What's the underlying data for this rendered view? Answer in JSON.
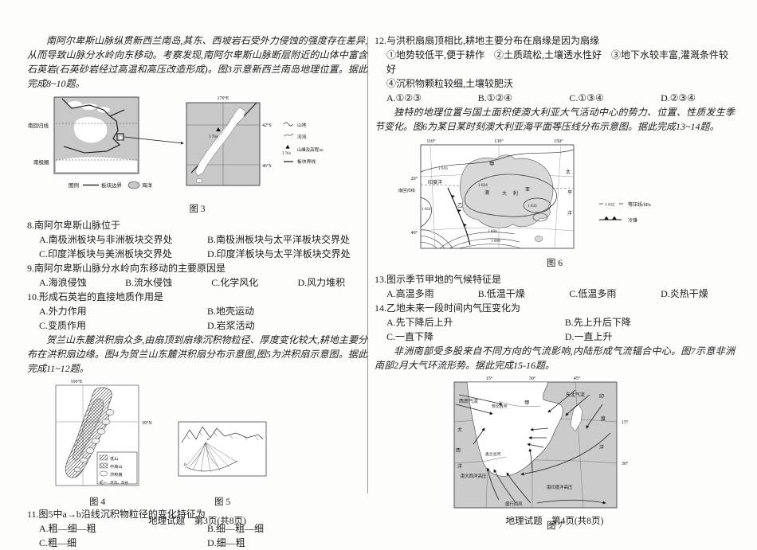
{
  "page3": {
    "intro_alps": "南阿尔卑斯山脉纵贯新西兰南岛,其东、西坡岩石受外力侵蚀的强度存在差异,从而导致山脉分水岭向东移动。考察发现,南阿尔卑斯山脉断层附近的山体中富含石英岩(石英砂岩经过高温和高压改造形成)。图3示意新西兰南岛地理位置。据此完成8~10题。",
    "fig3": {
      "caption": "图 3",
      "tropic": "南回归线",
      "antarctic": "南极圈",
      "legend_title": "图例",
      "legend_boundary": "板块边界",
      "legend_ocean": "海洋",
      "lon": "170°E",
      "lat_n": "42°S",
      "lat_s": "46°S",
      "peak_elev": "3 764",
      "sym_mountain": "山地",
      "sym_river": "河流",
      "sym_peak_val": "3 764",
      "sym_peak": "山峰及高程/m",
      "sym_boundary": "板块界线"
    },
    "q8": {
      "stem": "8.南阿尔卑斯山脉位于",
      "a": "A.南极洲板块与非洲板块交界处",
      "b": "B.南极洲板块与太平洋板块交界处",
      "c": "C.印度洋板块与美洲板块交界处",
      "d": "D.印度洋板块与太平洋板块交界处"
    },
    "q9": {
      "stem": "9.南阿尔卑斯山脉分水岭向东移动的主要原因是",
      "a": "A.海浪侵蚀",
      "b": "B.流水侵蚀",
      "c": "C.化学风化",
      "d": "D.风力堆积"
    },
    "q10": {
      "stem": "10.形成石英岩的直接地质作用是",
      "a": "A.外力作用",
      "b": "B.地壳运动",
      "c": "C.变质作用",
      "d": "D.岩浆活动"
    },
    "intro_helan": "贺兰山东麓洪积扇众多,由扇顶到扇缘沉积物粒径、厚度变化较大,耕地主要分布在洪积扇边缘。图4为贺兰山东麓洪积扇分布示意图,图5为洪积扇示意图。据此完成11~12题。",
    "fig4": {
      "caption": "图 4",
      "lon": "106°E",
      "lat": "39°N",
      "leg_low": "低山",
      "leg_mid": "中高山",
      "leg_fan": "洪积扇",
      "leg_river": "河流、沟谷"
    },
    "fig5": {
      "caption": "图 5",
      "a": "a",
      "b": "b"
    },
    "q11": {
      "stem": "11.图5中a→b沿线沉积物粒径的变化特征为",
      "a": "A.粗—细—粗",
      "b": "B.细—粗—细",
      "c": "C.粗—细",
      "d": "D.细—粗"
    },
    "footer": "地理试题　第3页(共8页)"
  },
  "page4": {
    "q12": {
      "stem": "12.与洪积扇扇顶相比,耕地主要分布在扇缘是因为扇缘",
      "line1": "①地势较低平,便于耕作　②土质疏松,土壤透水性好　③地下水较丰富,灌溉条件较好",
      "line2": "④沉积物颗粒较细,土壤较肥沃",
      "a": "A.①②③",
      "b": "B.①②④",
      "c": "C.①③④",
      "d": "D.②③④"
    },
    "intro_aus": "独特的地理位置与国土面积使澳大利亚大气活动中心的势力、位置、性质发生季节变化。图6为某日某时刻澳大利亚海平面等压线分布示意图。据此完成13~14题。",
    "fig6": {
      "caption": "图 6",
      "lon0": "110°",
      "lon1": "130°",
      "lon2": "150°",
      "lat0": "20°",
      "lat1": "40°",
      "tropic": "南回归线",
      "indian": "印度洋",
      "pac0": "太",
      "pac1": "平",
      "pac2": "洋",
      "jia": "甲",
      "yi": "乙",
      "c0": "澳",
      "c1": "大",
      "c2": "利",
      "c3": "亚",
      "iso_1016": "1 016",
      "iso_1024": "1 024",
      "iso_1032": "1 032",
      "iso_1024b": "1 024",
      "iso_1008": "1 008",
      "iso_1000": "1 000",
      "leg_iso_val": "1 032",
      "leg_iso": "等压线/hPa",
      "leg_front": "冷锋"
    },
    "q13": {
      "stem": "13.图示季节甲地的气候特征是",
      "a": "A.高温多雨",
      "b": "B.低温干燥",
      "c": "C.低温多雨",
      "d": "D.炎热干燥"
    },
    "q14": {
      "stem": "14.乙地未来一段时间内气压变化为",
      "a": "A.先下降后上升",
      "b": "B.先上升后下降",
      "c": "C.一直下降",
      "d": "D.一直上升"
    },
    "intro_africa": "非洲南部受多股来自不同方向的气流影响,内陆形成气流辐合中心。图7示意非洲南部2月大气环流形势。据此完成15-16题。",
    "fig7": {
      "caption": "图 7",
      "lon0": "15°",
      "lon1": "30°",
      "lon2": "45°",
      "lat0": "15°",
      "lat1": "30°",
      "sw": "西南气流",
      "ne": "东北气流",
      "jia": "甲",
      "zambezi": "赞比西河",
      "orange": "奥兰治河",
      "atl_high": "南大西洋高压",
      "ind_high": "南印度洋高压",
      "westerlies": "盛行西风",
      "atl0": "大",
      "atl1": "西",
      "atl2": "洋",
      "ind0": "印",
      "ind1": "度",
      "ind2": "洋"
    },
    "footer": "地理试题　第4页(共8页)"
  }
}
